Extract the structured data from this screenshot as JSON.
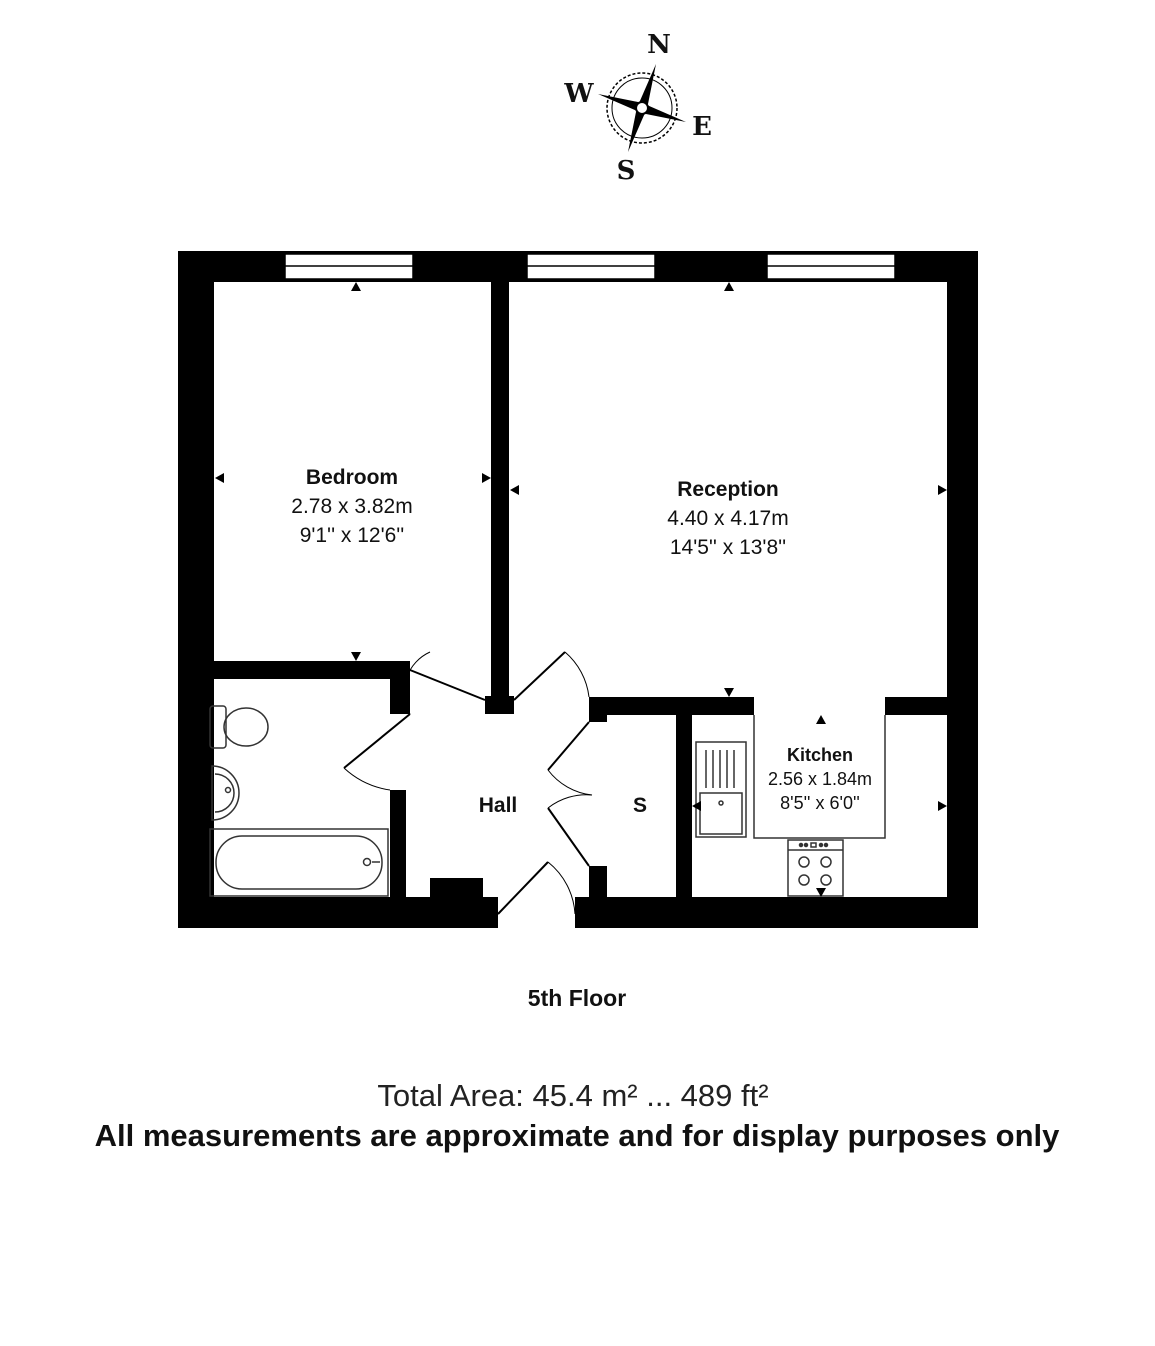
{
  "compass": {
    "north": "N",
    "east": "E",
    "south": "S",
    "west": "W"
  },
  "rooms": {
    "bedroom": {
      "name": "Bedroom",
      "metric": "2.78 x 3.82m",
      "imperial": "9'1'' x 12'6''"
    },
    "reception": {
      "name": "Reception",
      "metric": "4.40 x 4.17m",
      "imperial": "14'5'' x 13'8''"
    },
    "kitchen": {
      "name": "Kitchen",
      "metric": "2.56 x 1.84m",
      "imperial": "8'5'' x 6'0''"
    },
    "hall": {
      "name": "Hall"
    },
    "storage": {
      "name": "S"
    }
  },
  "floor_label": "5th Floor",
  "total_area": "Total Area: 45.4 m² ... 489 ft²",
  "disclaimer": "All measurements are approximate and for display purposes only",
  "colors": {
    "wall": "#000000",
    "background": "#ffffff",
    "fixture_stroke": "#333333"
  }
}
